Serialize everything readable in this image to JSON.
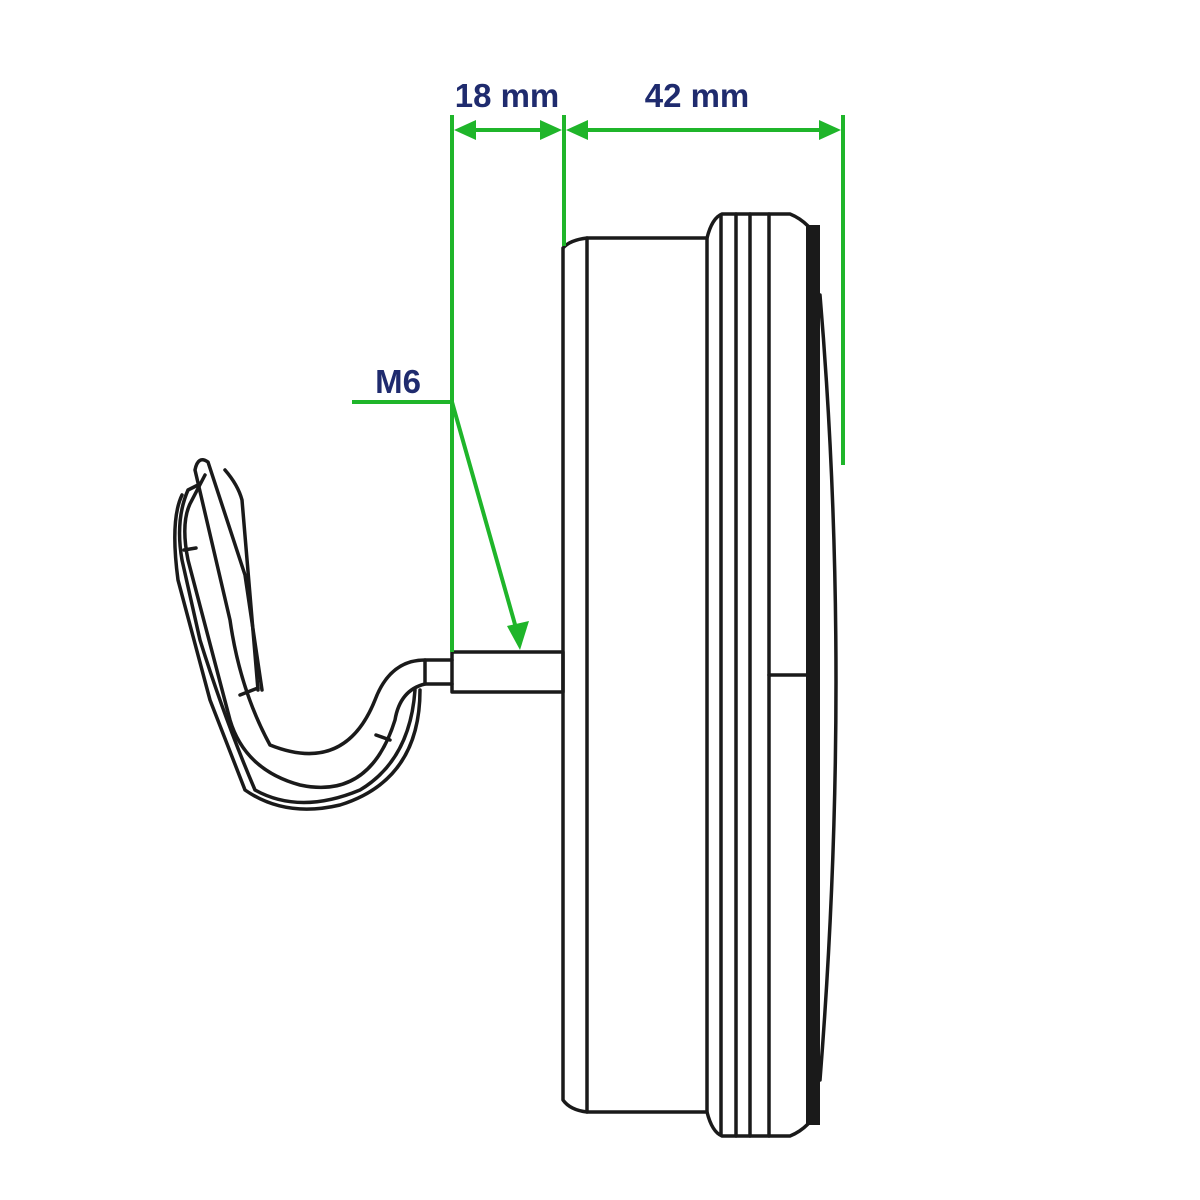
{
  "dimensions": {
    "stud_length": "18 mm",
    "body_depth": "42 mm",
    "thread": "M6"
  },
  "colors": {
    "dimension_line": "#1fb52a",
    "label_text": "#1f2b6e",
    "outline": "#1a1a1a"
  }
}
